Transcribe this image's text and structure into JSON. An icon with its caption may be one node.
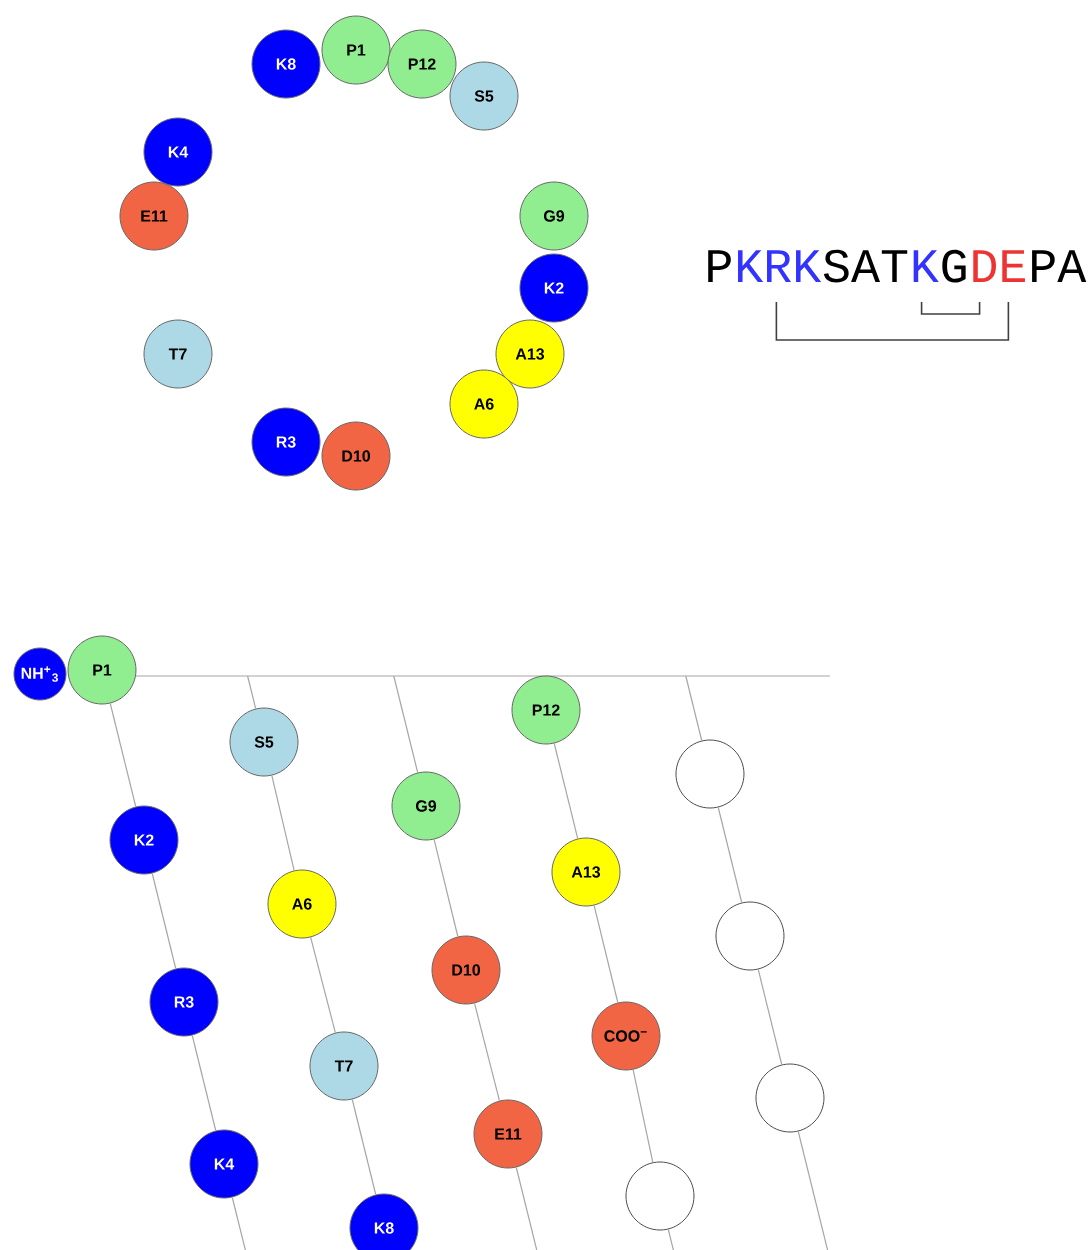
{
  "diagram": {
    "nodes": [
      {
        "text": [
          "K8"
        ]
      },
      {
        "text": [
          "P1"
        ]
      },
      {
        "text": [
          "P12"
        ]
      },
      {
        "text": [
          "S5"
        ]
      },
      {
        "text": [
          "K4"
        ]
      },
      {
        "text": [
          "E11"
        ]
      },
      {
        "text": [
          "G9"
        ]
      },
      {
        "text": [
          "K2"
        ]
      },
      {
        "text": [
          "A13"
        ]
      },
      {
        "text": [
          "T7"
        ]
      },
      {
        "text": [
          "A6"
        ]
      },
      {
        "text": [
          "R3"
        ]
      },
      {
        "text": [
          "D10"
        ]
      },
      {
        "text": [
          "NH$^{+}$$_{3}$"
        ]
      },
      {
        "text": [
          "P1"
        ]
      },
      {
        "text": [
          "P12"
        ]
      },
      {
        "text": [
          "S5"
        ]
      },
      {
        "text": [],
        "shape": "circle"
      },
      {
        "text": [
          "G9"
        ]
      },
      {
        "text": [
          "K2"
        ]
      },
      {
        "text": [
          "A13"
        ]
      },
      {
        "text": [
          "A6"
        ]
      },
      {
        "text": [],
        "shape": "circle"
      },
      {
        "text": [
          "D10"
        ]
      },
      {
        "text": [
          "R3"
        ]
      },
      {
        "text": [
          "COO$^{−}$"
        ]
      },
      {
        "text": [
          "T7"
        ]
      },
      {
        "text": [],
        "shape": "circle"
      },
      {
        "text": [
          "E11"
        ]
      },
      {
        "text": [
          "K4"
        ]
      },
      {
        "text": [],
        "shape": "circle"
      },
      {
        "text": [
          "K8"
        ]
      }
    ],
    "edges": [
      {
        "from": 14,
        "to": 19,
        "arrow": "none"
      },
      {
        "from": 19,
        "to": 24,
        "arrow": "none"
      },
      {
        "from": 24,
        "to": 29,
        "arrow": "none"
      },
      {
        "from": 29,
        "to": null,
        "arrow": "none"
      },
      {
        "from": null,
        "to": 16,
        "arrow": "none"
      },
      {
        "from": 16,
        "to": 21,
        "arrow": "none"
      },
      {
        "from": 21,
        "to": 26,
        "arrow": "none"
      },
      {
        "from": 26,
        "to": 31,
        "arrow": "none"
      },
      {
        "from": null,
        "to": 18,
        "arrow": "none"
      },
      {
        "from": 18,
        "to": 23,
        "arrow": "none"
      },
      {
        "from": 23,
        "to": 28,
        "arrow": "none"
      },
      {
        "from": 28,
        "to": null,
        "arrow": "none"
      },
      {
        "from": 15,
        "to": 20,
        "arrow": "none"
      },
      {
        "from": 20,
        "to": 25,
        "arrow": "none"
      },
      {
        "from": 25,
        "to": 30,
        "arrow": "none"
      },
      {
        "from": 30,
        "to": null,
        "arrow": "none"
      },
      {
        "from": null,
        "to": 17,
        "arrow": "none"
      },
      {
        "from": 17,
        "to": 22,
        "arrow": "none"
      },
      {
        "from": 22,
        "to": 27,
        "arrow": "none"
      },
      {
        "from": 27,
        "to": null,
        "arrow": "none"
      }
    ],
    "labels": [
      "P",
      "KRK",
      "SAT",
      "K",
      "G",
      "DE",
      "PA"
    ]
  }
}
